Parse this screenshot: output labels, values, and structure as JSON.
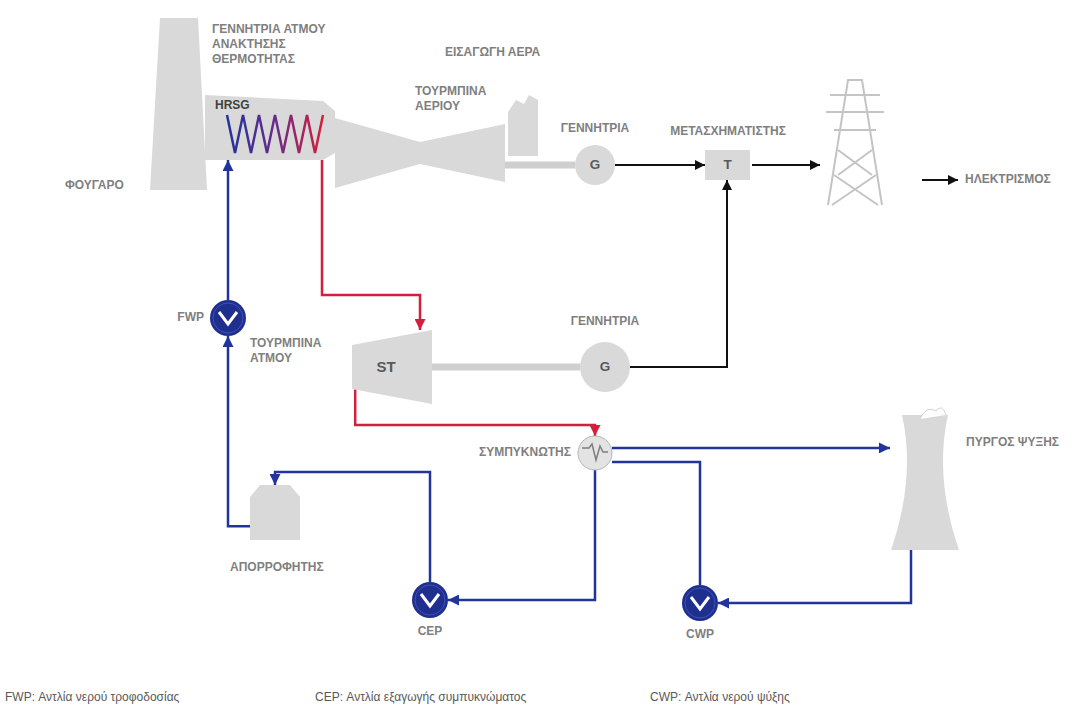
{
  "diagram": {
    "nodes": [
      {
        "text": [
          "ΓΕΝΝΗΤΡΙΑ ΑΤΜΟΥ ΑΝΑΚΤΗΣΗΣ ΘΕΡΜΟΤΗΤΑΣ",
          "HRSG"
        ]
      },
      {
        "text": [
          "ΤΟΥΡΜΠΙΝΑ ΑΕΡΙΟΥ"
        ]
      },
      {
        "text": [
          "G",
          "ΓΕΝΝΗΤΡΙΑ"
        ]
      },
      {
        "text": [
          "T",
          "ΜΕΤΑΣΧΗΜΑΤΙΣΤΗΣ"
        ]
      },
      {
        "text": [
          "FWP"
        ]
      },
      {
        "text": [
          "ST",
          "ΤΟΥΡΜΠΙΝΑ ΑΤΜΟΥ"
        ]
      },
      {
        "text": [
          "G",
          "ΓΕΝΝΗΤΡΙΑ"
        ]
      },
      {
        "text": [
          "ΣΥΜΠΥΚΝΩΤΗΣ"
        ]
      },
      {
        "text": [
          "ΠΥΡΓΟΣ ΨΥΞΗΣ"
        ]
      },
      {
        "text": [
          "ΑΠΟΡΡΟΦΗΤΗΣ"
        ]
      },
      {
        "text": [
          "CEP"
        ]
      },
      {
        "text": [
          "CWP"
        ]
      }
    ],
    "edges": [
      {
        "from": 2,
        "to": 3,
        "arrow": "to"
      },
      {
        "from": 6,
        "to": 3,
        "arrow": "to"
      },
      {
        "from": 0,
        "to": 5,
        "arrow": "to"
      },
      {
        "from": 5,
        "to": 7,
        "arrow": "to"
      },
      {
        "from": 7,
        "to": 8,
        "arrow": "to"
      },
      {
        "from": 8,
        "to": 11,
        "arrow": "to"
      },
      {
        "from": 11,
        "to": 7,
        "arrow": "none"
      },
      {
        "from": 7,
        "to": 10,
        "arrow": "to"
      },
      {
        "from": 10,
        "to": 9,
        "arrow": "to"
      },
      {
        "from": 9,
        "to": 4,
        "arrow": "to"
      },
      {
        "from": 4,
        "to": 0,
        "arrow": "to"
      },
      {
        "from": 1,
        "to": 2,
        "arrow": "none"
      },
      {
        "from": 5,
        "to": 6,
        "arrow": "none"
      }
    ],
    "labels": [
      "ΦΟΥΓΑΡΟ",
      "ΕΙΣΑΓΩΓΗ ΑΕΡΑ",
      "ΗΛΕΚΤΡΙΣΜΟΣ"
    ],
    "legend": [
      {
        "text": "FWP: Αντλία νερού τροφοδοσίας"
      },
      {
        "text": "CEP: Αντλία εξαγωγής συμπυκνώματος"
      },
      {
        "text": "CWP: Αντλία νερού ψύξης"
      }
    ]
  }
}
